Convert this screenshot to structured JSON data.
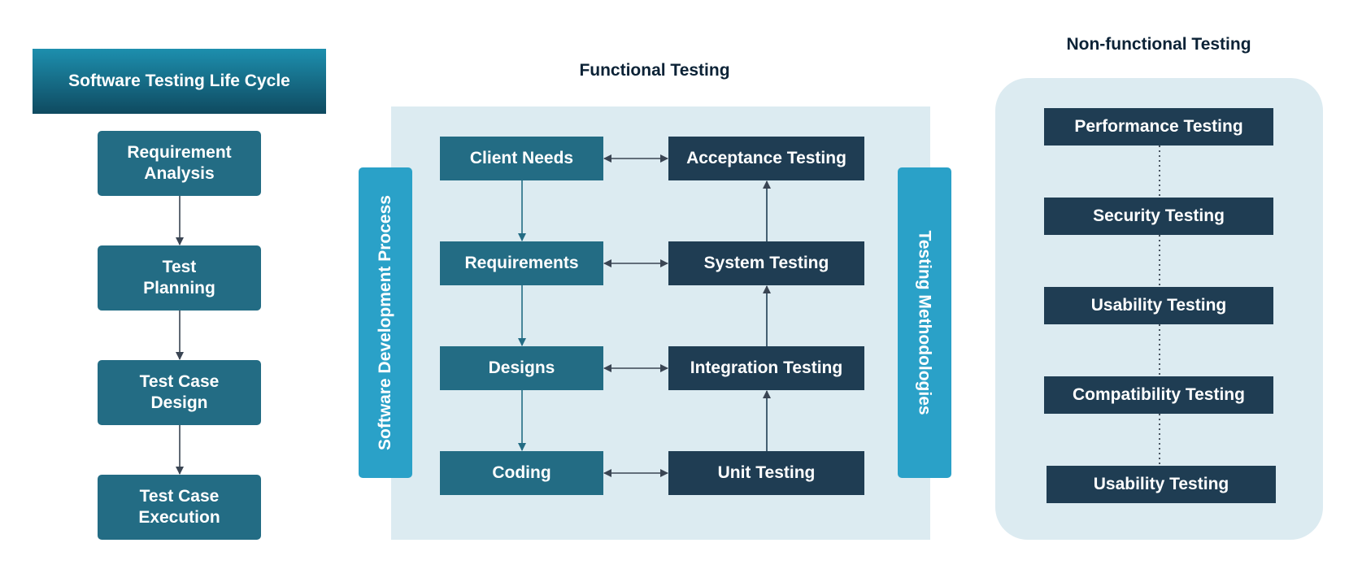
{
  "colors": {
    "teal_box": "#236c84",
    "dark_box": "#1f3d53",
    "side_bar": "#2aa1c8",
    "panel_bg": "#dcebf1",
    "arrow": "#3a4553"
  },
  "lifecycle": {
    "header": "Software Testing Life Cycle",
    "steps": [
      "Requirement\nAnalysis",
      "Test\nPlanning",
      "Test Case\nDesign",
      "Test Case\nExecution"
    ]
  },
  "functional": {
    "title": "Functional Testing",
    "left_side_label": "Software Development Process",
    "right_side_label": "Testing Methodologies",
    "development": [
      "Client Needs",
      "Requirements",
      "Designs",
      "Coding"
    ],
    "testing": [
      "Acceptance Testing",
      "System Testing",
      "Integration Testing",
      "Unit Testing"
    ]
  },
  "nonfunctional": {
    "title": "Non-functional Testing",
    "items": [
      "Performance Testing",
      "Security Testing",
      "Usability Testing",
      "Compatibility Testing",
      "Usability Testing"
    ]
  }
}
